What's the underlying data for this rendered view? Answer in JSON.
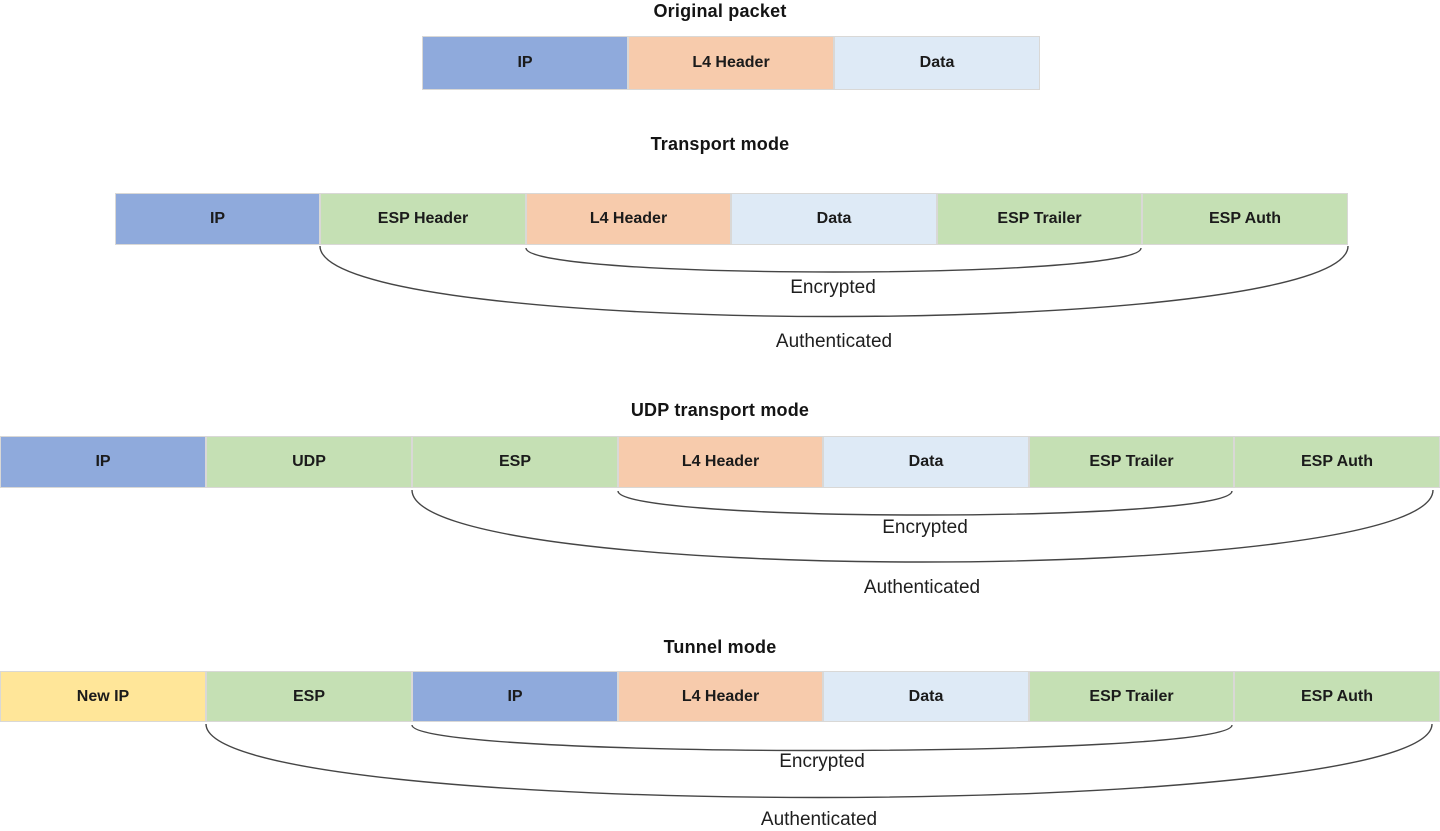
{
  "colors": {
    "blue": "#8FAADC",
    "green": "#C5E0B4",
    "orange": "#F7CBAC",
    "lightblue": "#DEEAF6",
    "yellow": "#FFE699",
    "line": "#454545"
  },
  "sections": {
    "original": {
      "title": "Original packet",
      "segments": {
        "ip": "IP",
        "l4": "L4 Header",
        "data": "Data"
      }
    },
    "transport": {
      "title": "Transport mode",
      "segments": {
        "ip": "IP",
        "esp_header": "ESP Header",
        "l4": "L4 Header",
        "data": "Data",
        "esp_trailer": "ESP Trailer",
        "esp_auth": "ESP Auth"
      },
      "braces": {
        "encrypted": "Encrypted",
        "authenticated": "Authenticated"
      }
    },
    "udp_transport": {
      "title": "UDP transport mode",
      "segments": {
        "ip": "IP",
        "udp": "UDP",
        "esp": "ESP",
        "l4": "L4 Header",
        "data": "Data",
        "esp_trailer": "ESP Trailer",
        "esp_auth": "ESP Auth"
      },
      "braces": {
        "encrypted": "Encrypted",
        "authenticated": "Authenticated"
      }
    },
    "tunnel": {
      "title": "Tunnel mode",
      "segments": {
        "new_ip": "New IP",
        "esp": "ESP",
        "ip": "IP",
        "l4": "L4 Header",
        "data": "Data",
        "esp_trailer": "ESP Trailer",
        "esp_auth": "ESP Auth"
      },
      "braces": {
        "encrypted": "Encrypted",
        "authenticated": "Authenticated"
      }
    }
  }
}
